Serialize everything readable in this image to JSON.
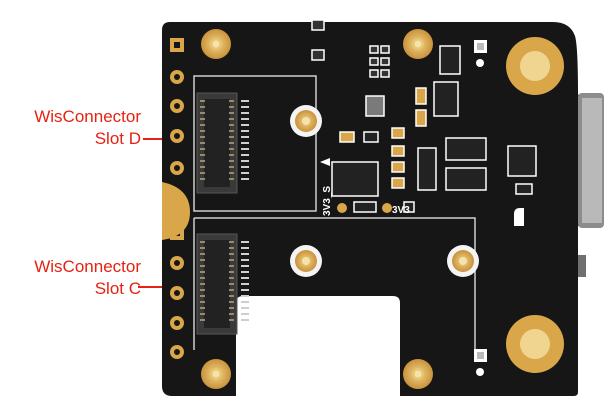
{
  "callouts": {
    "slot_d": {
      "line1": "WisConnector",
      "line2": "Slot D"
    },
    "slot_c": {
      "line1": "WisConnector",
      "line2": "Slot C"
    }
  },
  "silkscreen": {
    "rail_3v3s": "3V3_S",
    "rail_3v3": "3V3"
  },
  "colors": {
    "board": "#161616",
    "gold": "#d9a64a",
    "silk": "#ffffff",
    "callout_red": "#e62214",
    "connector": "#3a3a3a",
    "connector_pins": "#9a8a6a"
  }
}
